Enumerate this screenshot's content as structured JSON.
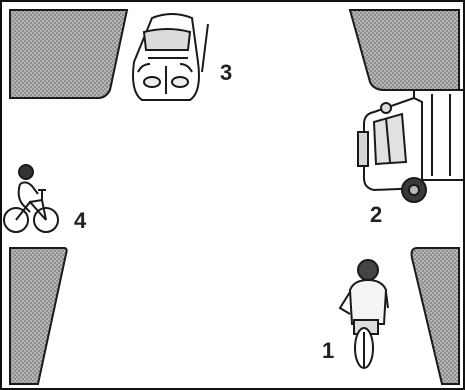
{
  "labels": {
    "cyclist_south": "1",
    "truck_east": "2",
    "car_north": "3",
    "cyclist_west": "4"
  },
  "colors": {
    "road": "#ffffff",
    "corner_fill": "#8c8c8c",
    "ink": "#1a1a1a"
  }
}
